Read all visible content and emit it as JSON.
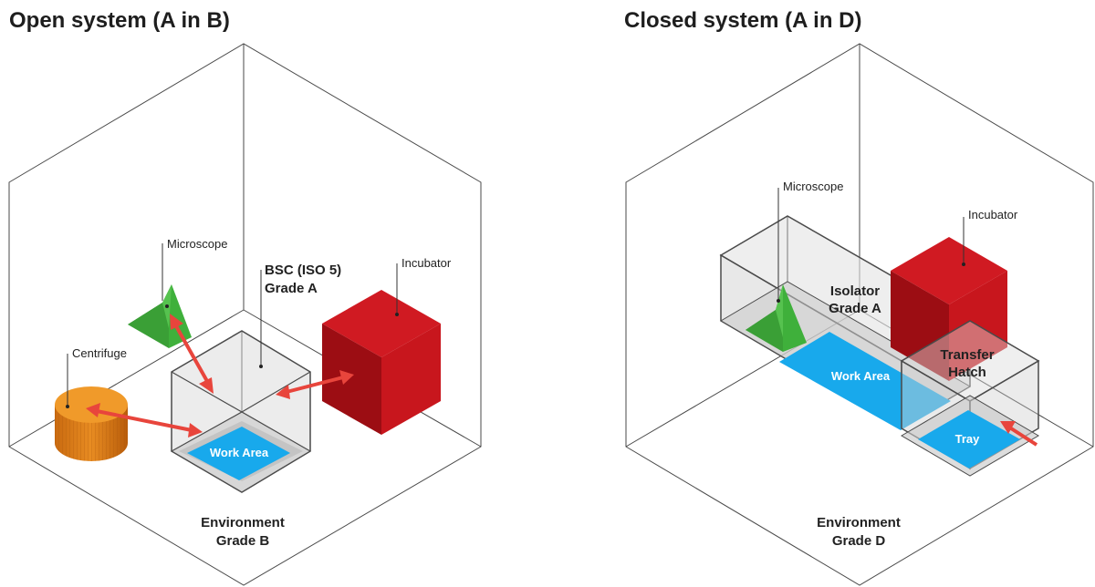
{
  "colors": {
    "arrow": "#e8453c",
    "work_area": "#18a9ec",
    "microscope": "#3fa63c",
    "incubator": "#c8161d",
    "centrifuge": "#e0841a",
    "enclosure_fill": "#dcdcdc",
    "edge": "#4a4a4a"
  },
  "icons": {
    "arrow": "double-headed-arrow-icon",
    "microscope": "green-prism-icon",
    "incubator": "red-cube-icon",
    "centrifuge": "orange-cylinder-icon"
  },
  "open_system": {
    "title": "Open system (A in B)",
    "labels": {
      "microscope": "Microscope",
      "bsc_line1": "BSC (ISO 5)",
      "bsc_line2": "Grade A",
      "incubator": "Incubator",
      "centrifuge": "Centrifuge",
      "work_area": "Work Area",
      "environment_line1": "Environment",
      "environment_line2": "Grade B"
    }
  },
  "closed_system": {
    "title": "Closed system (A in D)",
    "labels": {
      "microscope": "Microscope",
      "incubator": "Incubator",
      "isolator_line1": "Isolator",
      "isolator_line2": "Grade A",
      "transfer_line1": "Transfer",
      "transfer_line2": "Hatch",
      "work_area": "Work Area",
      "tray": "Tray",
      "environment_line1": "Environment",
      "environment_line2": "Grade D"
    }
  }
}
